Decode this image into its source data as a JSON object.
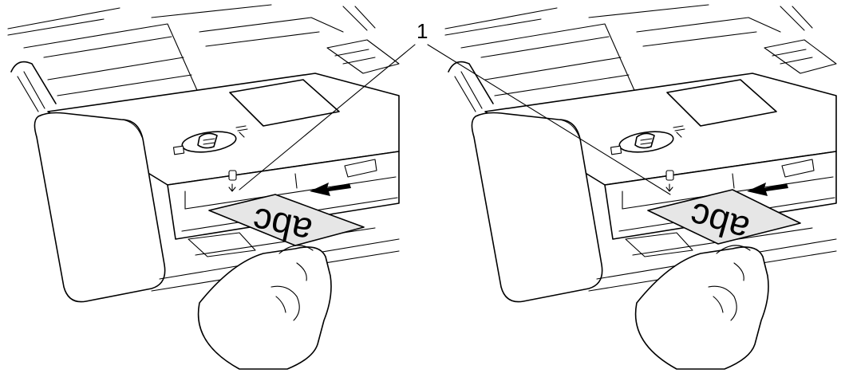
{
  "callout": {
    "number": "1"
  },
  "card_label": "abc",
  "colors": {
    "line": "#000000",
    "card_fill": "#e6e6e6",
    "background": "#ffffff"
  },
  "panels": [
    {
      "name": "left-panel",
      "card_orientation": "upside-down"
    },
    {
      "name": "right-panel",
      "card_orientation": "upside-down"
    }
  ]
}
